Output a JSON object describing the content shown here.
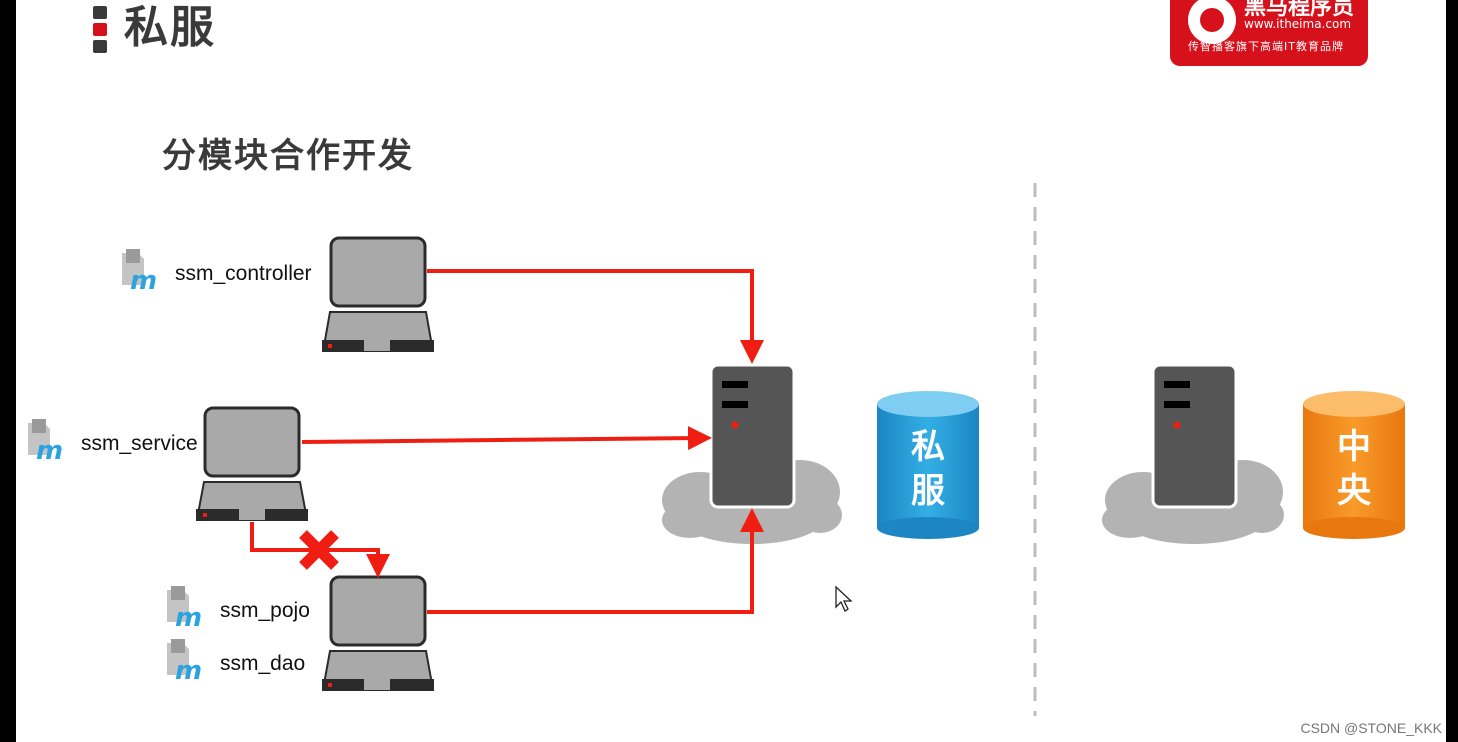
{
  "header": {
    "title": "私服",
    "bullet_colors": [
      "#3a3a3a",
      "#d7111b",
      "#3a3a3a"
    ]
  },
  "logo": {
    "name": "黑马程序员",
    "url": "www.itheima.com",
    "slogan": "传智播客旗下高端IT教育品牌",
    "color": "#d7111b"
  },
  "subtitle": "分模块合作开发",
  "modules": {
    "controller": "ssm_controller",
    "service": "ssm_service",
    "pojo": "ssm_pojo",
    "dao": "ssm_dao"
  },
  "repositories": {
    "private": {
      "line1": "私",
      "line2": "服",
      "color": "#2a9fd6"
    },
    "central": {
      "line1": "中",
      "line2": "央",
      "color": "#f08a1c"
    }
  },
  "colors": {
    "arrow": "#f01e12",
    "server": "#555555",
    "cloud": "#b3b3b3",
    "divider": "#bdbdbd"
  },
  "watermark": "CSDN @STONE_KKK"
}
